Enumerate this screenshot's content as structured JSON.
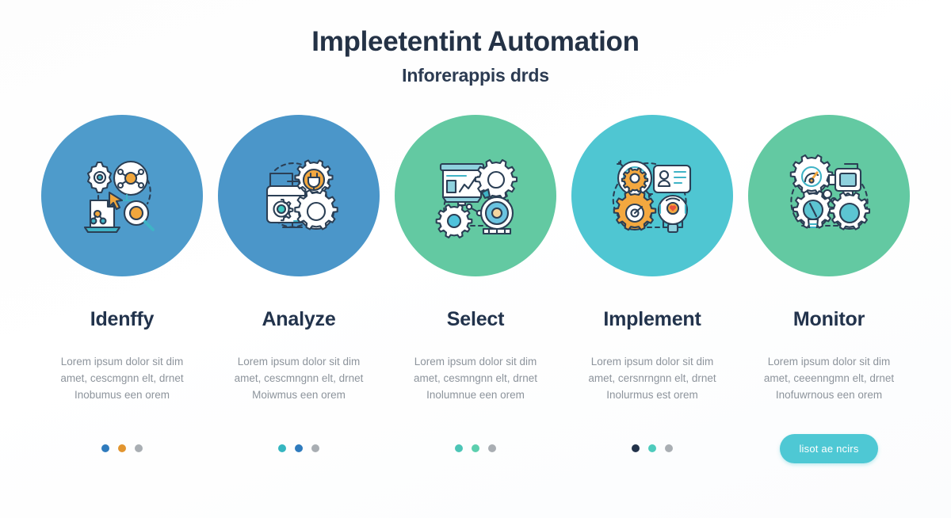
{
  "header": {
    "title": "Impleetentint Automation",
    "subtitle": "Inforerappis drds"
  },
  "colors": {
    "title_text": "#243246",
    "label_text": "#22334c",
    "body_text": "#8d949c",
    "cta_background": "#4ec8d4",
    "cta_text": "#ffffff",
    "background": "#ffffff"
  },
  "steps": [
    {
      "label": "Idenffy",
      "description": "Lorem ipsum dolor sit dim amet, cescmgnn elt, drnet Inobumus een orem",
      "circle_color": "#4e9bcb",
      "icon": "gear-network-document-magnifier-icon",
      "dots": [
        "#2f7bbd",
        "#e2952f",
        "#a9aeb3"
      ]
    },
    {
      "label": "Analyze",
      "description": "Lorem ipsum dolor sit dim amet, cescmngnn elt, drnet Moiwmus een orem",
      "circle_color": "#4b96c9",
      "icon": "window-gear-plug-icon",
      "dots": [
        "#35b6c0",
        "#2f7bbd",
        "#a9aeb3"
      ]
    },
    {
      "label": "Select",
      "description": "Lorem ipsum dolor sit dim amet, cesmngnn elt, drnet Inolumnue een orem",
      "circle_color": "#63c9a2",
      "icon": "presentation-gear-target-icon",
      "dots": [
        "#4cc5b6",
        "#5ccfae",
        "#a9aeb3"
      ]
    },
    {
      "label": "Implement",
      "description": "Lorem ipsum dolor sit dim amet, cersnrngnn elt, drnet Inolurmus est orem",
      "circle_color": "#4fc6d2",
      "icon": "target-idcard-gear-robot-icon",
      "dots": [
        "#22324a",
        "#4ecbbd",
        "#a9aeb3"
      ]
    },
    {
      "label": "Monitor",
      "description": "Lorem ipsum dolor sit dim amet, ceeenngmn elt, drnet Inofuwrnous een orem",
      "circle_color": "#63c9a2",
      "icon": "gauge-camera-bulb-gear-icon",
      "dots": [],
      "cta_label": "lisot ae ncirs"
    }
  ]
}
